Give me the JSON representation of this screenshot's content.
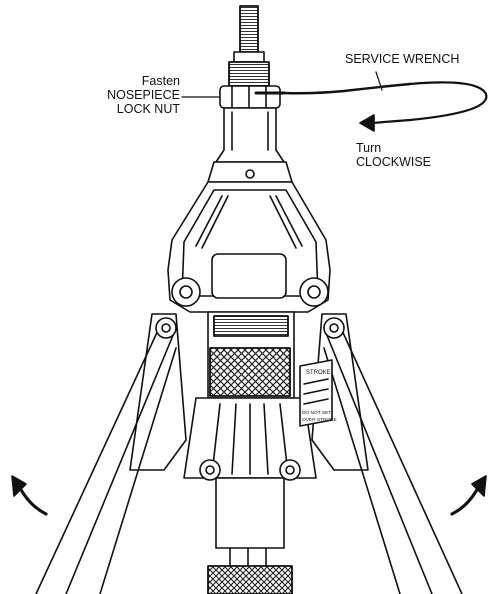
{
  "diagram": {
    "labels": {
      "fasten_line1": "Fasten",
      "fasten_line2": "NOSEPIECE",
      "fasten_line3": "LOCK NUT",
      "service_wrench": "SERVICE WRENCH",
      "turn_line1": "Turn",
      "turn_line2": "CLOCKWISE"
    },
    "gauge": {
      "title": "STROKE",
      "warning": "DO NOT SET",
      "warning2": "OVER STROKE"
    }
  },
  "colors": {
    "ink": "#111111",
    "paper": "#ffffff",
    "hatch": "#222222"
  },
  "icons": {
    "wrench": "service-wrench-icon",
    "rotation_arrow": "clockwise-arrow-icon",
    "spread_arrows": "spread-arrow-icon"
  }
}
